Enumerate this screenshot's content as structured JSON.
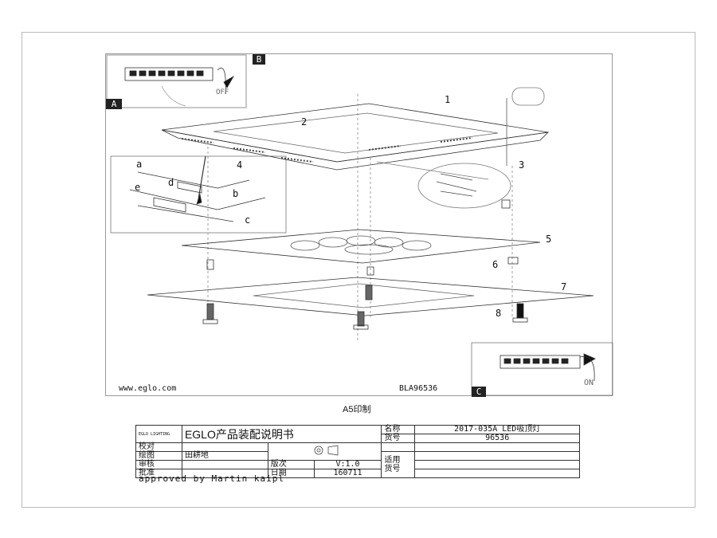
{
  "drawing": {
    "callouts": {
      "A": "A",
      "B": "B",
      "C": "C",
      "n1": "1",
      "n2": "2",
      "n3": "3",
      "n4": "4",
      "n5": "5",
      "n6": "6",
      "n7": "7",
      "n8": "8",
      "a": "a",
      "b": "b",
      "c": "c",
      "d": "d",
      "e": "e"
    },
    "switch_off": "OFF",
    "switch_on": "ON",
    "website": "www.eglo.com",
    "model_code": "BLA96536"
  },
  "print_note": "A5印制",
  "title_block": {
    "brand_logo_text": "EGLO LIGHTING",
    "heading": "EGLO产品装配说明书",
    "labels": {
      "name": "名称",
      "item_no": "货号",
      "check": "校对",
      "draw": "绘图",
      "review": "审核",
      "approve": "批准",
      "version": "版次",
      "date": "日期",
      "applicable_1": "适用",
      "applicable_2": "货号"
    },
    "values": {
      "name": "2017-035A LED吸顶灯",
      "item_no": "96536",
      "draw": "田耕地",
      "version": "V:1.0",
      "date": "160711"
    },
    "approved_by": "approved by Martin kaipl"
  }
}
